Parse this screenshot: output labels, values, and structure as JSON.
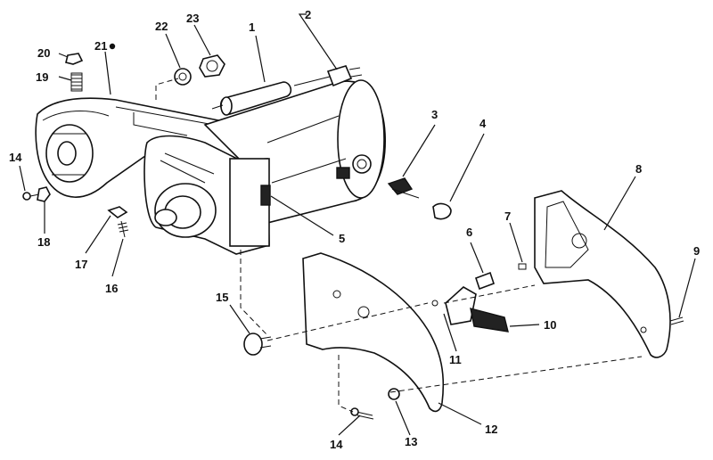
{
  "diagram": {
    "callouts": [
      {
        "id": "c1",
        "text": "1"
      },
      {
        "id": "c2",
        "text": "2"
      },
      {
        "id": "c3",
        "text": "3"
      },
      {
        "id": "c4",
        "text": "4"
      },
      {
        "id": "c5",
        "text": "5"
      },
      {
        "id": "c6",
        "text": "6"
      },
      {
        "id": "c7",
        "text": "7"
      },
      {
        "id": "c8",
        "text": "8"
      },
      {
        "id": "c9",
        "text": "9"
      },
      {
        "id": "c10",
        "text": "10"
      },
      {
        "id": "c11",
        "text": "11"
      },
      {
        "id": "c12",
        "text": "12"
      },
      {
        "id": "c13",
        "text": "13"
      },
      {
        "id": "c14a",
        "text": "14"
      },
      {
        "id": "c14b",
        "text": "14"
      },
      {
        "id": "c15",
        "text": "15"
      },
      {
        "id": "c16",
        "text": "16"
      },
      {
        "id": "c17",
        "text": "17"
      },
      {
        "id": "c18",
        "text": "18"
      },
      {
        "id": "c19",
        "text": "19"
      },
      {
        "id": "c20",
        "text": "20"
      },
      {
        "id": "c21",
        "text": "21"
      },
      {
        "id": "c22",
        "text": "22"
      },
      {
        "id": "c23",
        "text": "23"
      }
    ]
  }
}
